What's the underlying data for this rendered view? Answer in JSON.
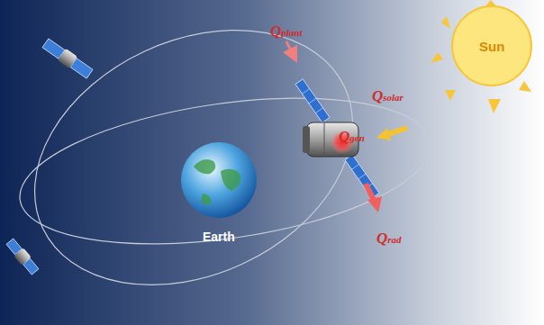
{
  "diagram": {
    "nodes": [
      {
        "text": [
          "Earth"
        ]
      },
      {
        "text": [
          "Sun"
        ]
      }
    ],
    "labels": [
      "Qplant",
      "Qgen",
      "Qsolar",
      "Qrad"
    ]
  }
}
